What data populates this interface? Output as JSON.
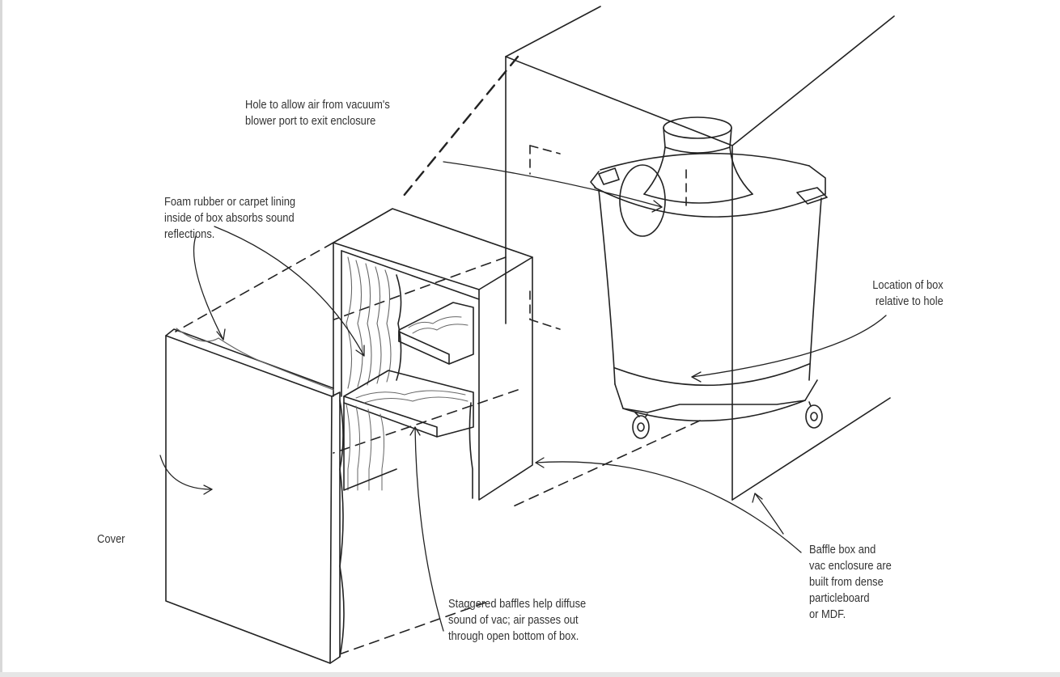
{
  "labels": {
    "hole": [
      "Hole to allow air from vacuum's",
      "blower port to exit enclosure"
    ],
    "foam": [
      "Foam rubber or carpet lining",
      "inside of box absorbs sound",
      "reflections."
    ],
    "location": [
      "Location of box",
      "relative to hole"
    ],
    "cover": [
      "Cover"
    ],
    "staggered": [
      "Staggered baffles help diffuse",
      "sound of vac; air passes out",
      "through open bottom of box."
    ],
    "baffle": [
      "Baffle box and",
      "vac enclosure are",
      "built from dense",
      "particleboard",
      "or MDF."
    ]
  },
  "colors": {
    "ink": "#222222",
    "text": "#333333",
    "lining": "#666666"
  }
}
